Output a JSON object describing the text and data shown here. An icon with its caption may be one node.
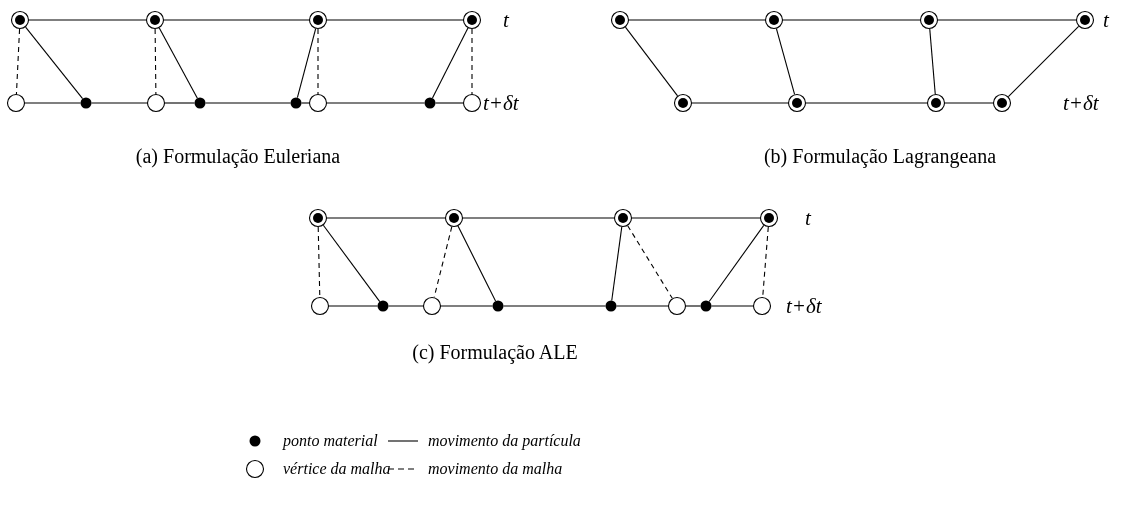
{
  "diagram": {
    "nodes": [
      {
        "text": [],
        "shape": "bullseye"
      },
      {
        "text": [],
        "shape": "bullseye"
      },
      {
        "text": [],
        "shape": "bullseye"
      },
      {
        "text": [],
        "shape": "bullseye"
      },
      {
        "text": [],
        "shape": "circle"
      },
      {
        "text": [],
        "shape": "dot"
      },
      {
        "text": [],
        "shape": "circle"
      },
      {
        "text": [],
        "shape": "dot"
      },
      {
        "text": [],
        "shape": "dot"
      },
      {
        "text": [],
        "shape": "circle"
      },
      {
        "text": [],
        "shape": "dot"
      },
      {
        "text": [],
        "shape": "circle"
      },
      {
        "text": [],
        "shape": "bullseye"
      },
      {
        "text": [],
        "shape": "bullseye"
      },
      {
        "text": [],
        "shape": "bullseye"
      },
      {
        "text": [],
        "shape": "bullseye"
      },
      {
        "text": [],
        "shape": "bullseye"
      },
      {
        "text": [],
        "shape": "bullseye"
      },
      {
        "text": [],
        "shape": "bullseye"
      },
      {
        "text": [],
        "shape": "bullseye"
      },
      {
        "text": [],
        "shape": "bullseye"
      },
      {
        "text": [],
        "shape": "bullseye"
      },
      {
        "text": [],
        "shape": "bullseye"
      },
      {
        "text": [],
        "shape": "bullseye"
      },
      {
        "text": [],
        "shape": "circle"
      },
      {
        "text": [],
        "shape": "dot"
      },
      {
        "text": [],
        "shape": "circle"
      },
      {
        "text": [],
        "shape": "dot"
      },
      {
        "text": [],
        "shape": "dot"
      },
      {
        "text": [],
        "shape": "circle"
      },
      {
        "text": [],
        "shape": "dot"
      },
      {
        "text": [],
        "shape": "circle"
      }
    ],
    "edges": [
      {
        "from": 0,
        "to": 1,
        "arrow": "none"
      },
      {
        "from": 1,
        "to": 2,
        "arrow": "none"
      },
      {
        "from": 2,
        "to": 3,
        "arrow": "none"
      },
      {
        "from": 4,
        "to": 5,
        "arrow": "none"
      },
      {
        "from": 5,
        "to": 6,
        "arrow": "none"
      },
      {
        "from": 6,
        "to": 7,
        "arrow": "none"
      },
      {
        "from": 7,
        "to": 8,
        "arrow": "none"
      },
      {
        "from": 8,
        "to": 9,
        "arrow": "none"
      },
      {
        "from": 9,
        "to": 10,
        "arrow": "none"
      },
      {
        "from": 10,
        "to": 11,
        "arrow": "none"
      },
      {
        "from": 0,
        "to": 4,
        "arrow": "none",
        "style": "dashed"
      },
      {
        "from": 0,
        "to": 5,
        "arrow": "none"
      },
      {
        "from": 1,
        "to": 6,
        "arrow": "none",
        "style": "dashed"
      },
      {
        "from": 1,
        "to": 7,
        "arrow": "none"
      },
      {
        "from": 2,
        "to": 8,
        "arrow": "none"
      },
      {
        "from": 2,
        "to": 9,
        "arrow": "none",
        "style": "dashed"
      },
      {
        "from": 3,
        "to": 10,
        "arrow": "none"
      },
      {
        "from": 3,
        "to": 11,
        "arrow": "none",
        "style": "dashed"
      },
      {
        "from": 12,
        "to": 13,
        "arrow": "none"
      },
      {
        "from": 13,
        "to": 14,
        "arrow": "none"
      },
      {
        "from": 14,
        "to": 15,
        "arrow": "none"
      },
      {
        "from": 16,
        "to": 17,
        "arrow": "none"
      },
      {
        "from": 17,
        "to": 18,
        "arrow": "none"
      },
      {
        "from": 18,
        "to": 19,
        "arrow": "none"
      },
      {
        "from": 12,
        "to": 16,
        "arrow": "none"
      },
      {
        "from": 13,
        "to": 17,
        "arrow": "none"
      },
      {
        "from": 14,
        "to": 18,
        "arrow": "none"
      },
      {
        "from": 15,
        "to": 19,
        "arrow": "none"
      },
      {
        "from": 20,
        "to": 21,
        "arrow": "none"
      },
      {
        "from": 21,
        "to": 22,
        "arrow": "none"
      },
      {
        "from": 22,
        "to": 23,
        "arrow": "none"
      },
      {
        "from": 24,
        "to": 25,
        "arrow": "none"
      },
      {
        "from": 25,
        "to": 26,
        "arrow": "none"
      },
      {
        "from": 26,
        "to": 27,
        "arrow": "none"
      },
      {
        "from": 27,
        "to": 28,
        "arrow": "none"
      },
      {
        "from": 28,
        "to": 29,
        "arrow": "none"
      },
      {
        "from": 29,
        "to": 30,
        "arrow": "none"
      },
      {
        "from": 30,
        "to": 31,
        "arrow": "none"
      },
      {
        "from": 20,
        "to": 24,
        "arrow": "none",
        "style": "dashed"
      },
      {
        "from": 20,
        "to": 25,
        "arrow": "none"
      },
      {
        "from": 21,
        "to": 26,
        "arrow": "none",
        "style": "dashed"
      },
      {
        "from": 21,
        "to": 27,
        "arrow": "none"
      },
      {
        "from": 22,
        "to": 28,
        "arrow": "none"
      },
      {
        "from": 22,
        "to": 29,
        "arrow": "none",
        "style": "dashed"
      },
      {
        "from": 23,
        "to": 30,
        "arrow": "none"
      },
      {
        "from": 23,
        "to": 31,
        "arrow": "none",
        "style": "dashed"
      }
    ],
    "labels": [
      "t",
      "t",
      "t+δt",
      "t+δt",
      "(a)  Formulação Euleriana",
      "(b)  Formulação Lagrangeana",
      "t",
      "t+δt",
      "(c)  Formulação ALE"
    ],
    "legend": [
      {
        "text": "ponto material"
      },
      {
        "text": "movimento da partícula"
      },
      {
        "text": "vértice da malha"
      },
      {
        "text": "movimento da malha"
      }
    ]
  }
}
